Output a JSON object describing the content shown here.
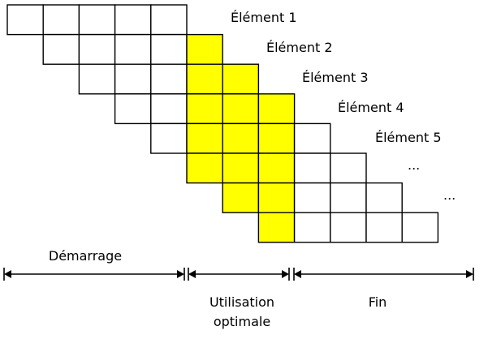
{
  "colors": {
    "highlight": "#ffff00",
    "cell": "#ffffff",
    "line": "#000000"
  },
  "rows": [
    {
      "label": "Élément 1"
    },
    {
      "label": "Élément 2"
    },
    {
      "label": "Élément 3"
    },
    {
      "label": "Élément 4"
    },
    {
      "label": "Élément 5"
    },
    {
      "label": "..."
    },
    {
      "label": "..."
    },
    {
      "label": ""
    }
  ],
  "phases": {
    "startup": {
      "label": "Démarrage"
    },
    "optimal": {
      "line1": "Utilisation",
      "line2": "optimale"
    },
    "end": {
      "label": "Fin"
    }
  }
}
